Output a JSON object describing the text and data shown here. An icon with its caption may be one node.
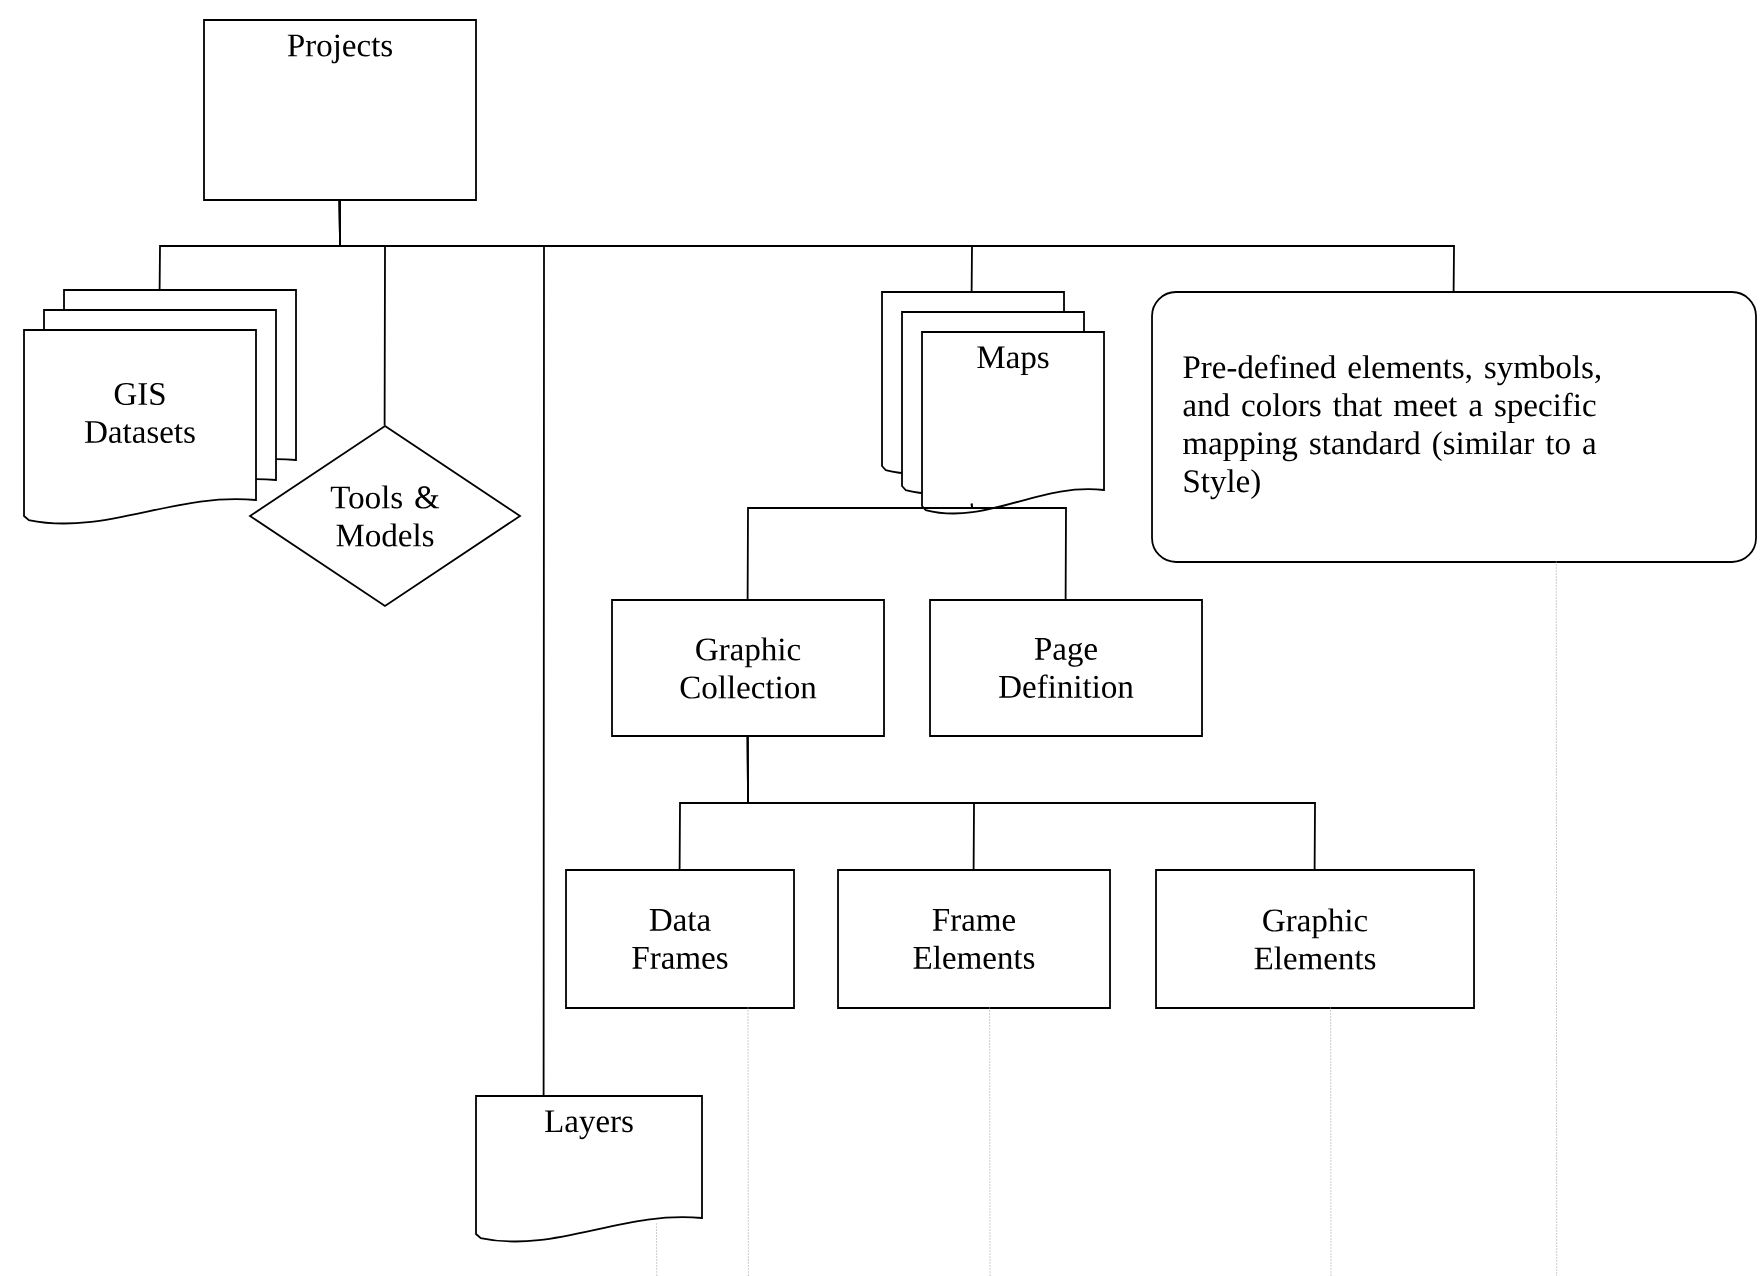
{
  "diagram": {
    "nodes": [
      {
        "text": [
          "Projects"
        ]
      },
      {
        "text": [
          "GIS Datasets"
        ]
      },
      {
        "text": [
          "Tools & Models"
        ]
      },
      {
        "text": [
          "Layers"
        ]
      },
      {
        "text": [
          "Maps"
        ]
      },
      {
        "text": [
          "Pre-defined elements, symbols, and colors that meet a specific mapping standard (similar to a Style)"
        ]
      },
      {
        "text": [
          "Graphic Collection"
        ]
      },
      {
        "text": [
          "Page Definition"
        ]
      },
      {
        "text": [
          "Data Frames"
        ]
      },
      {
        "text": [
          "Frame Elements"
        ]
      },
      {
        "text": [
          "Graphic Elements"
        ]
      }
    ],
    "edges": [
      {
        "from": 0,
        "to": 1,
        "arrow": "none"
      },
      {
        "from": 0,
        "to": 2,
        "arrow": "none"
      },
      {
        "from": 0,
        "to": 3,
        "arrow": "none"
      },
      {
        "from": 0,
        "to": 4,
        "arrow": "none"
      },
      {
        "from": 0,
        "to": 5,
        "arrow": "none"
      },
      {
        "from": 4,
        "to": 6,
        "arrow": "none"
      },
      {
        "from": 4,
        "to": 7,
        "arrow": "none"
      },
      {
        "from": 6,
        "to": 8,
        "arrow": "none"
      },
      {
        "from": 6,
        "to": 9,
        "arrow": "none"
      },
      {
        "from": 6,
        "to": 10,
        "arrow": "none"
      },
      {
        "from": 5,
        "to": null,
        "arrow": "none",
        "style": "dashed",
        "color": "#999999"
      },
      {
        "from": 8,
        "to": null,
        "arrow": "none",
        "style": "dashed",
        "color": "#999999"
      },
      {
        "from": 9,
        "to": null,
        "arrow": "none",
        "style": "dashed",
        "color": "#999999"
      },
      {
        "from": 10,
        "to": null,
        "arrow": "none",
        "style": "dashed",
        "color": "#999999"
      },
      {
        "from": 3,
        "to": null,
        "arrow": "none",
        "style": "dashed",
        "color": "#999999"
      }
    ]
  }
}
